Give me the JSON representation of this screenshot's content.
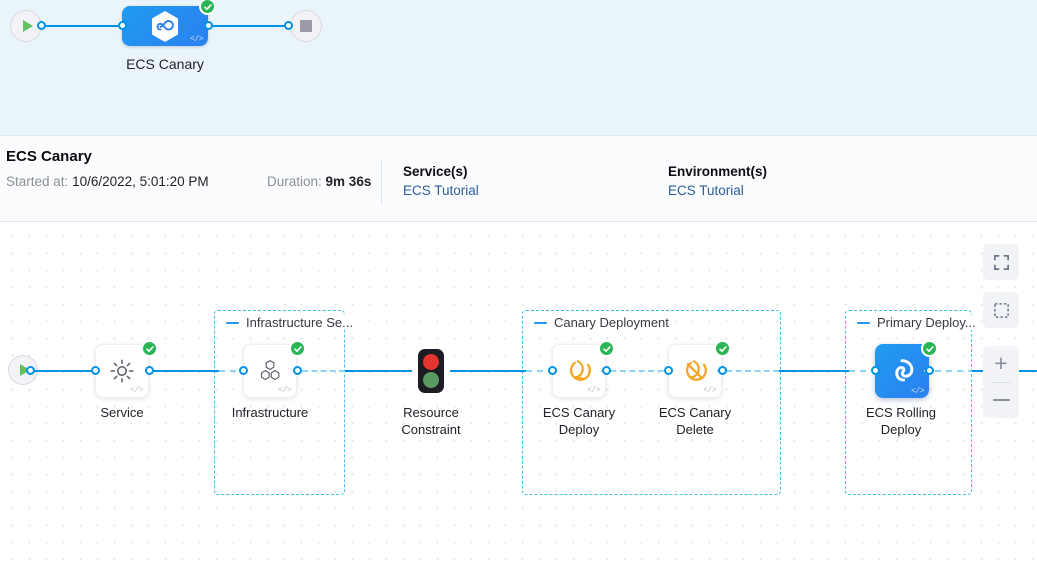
{
  "mini_pipeline": {
    "start_node": {
      "name": "start-node",
      "icon": "play-icon"
    },
    "end_node": {
      "name": "end-node",
      "icon": "stop-icon"
    },
    "stage": {
      "label": "ECS Canary",
      "icon": "harness-cd-hexagon-icon",
      "status": "success",
      "code_tag": "</>"
    }
  },
  "execution_header": {
    "title": "ECS Canary",
    "started_key": "Started at:",
    "started_value": "10/6/2022, 5:01:20 PM",
    "duration_key": "Duration:",
    "duration_value": "9m 36s",
    "services": {
      "title": "Service(s)",
      "value": "ECS Tutorial"
    },
    "environments": {
      "title": "Environment(s)",
      "value": "ECS Tutorial"
    }
  },
  "graph": {
    "start_node": {
      "name": "graph-start-node",
      "icon": "play-icon"
    },
    "groups": [
      {
        "id": "infrastructure-section",
        "label": "Infrastructure Se..."
      },
      {
        "id": "canary-deployment",
        "label": "Canary Deployment"
      },
      {
        "id": "primary-deployment",
        "label": "Primary Deploy..."
      }
    ],
    "nodes": [
      {
        "id": "service",
        "label": "Service",
        "icon": "gear-icon",
        "status": "success",
        "selected": false,
        "code_tag": "</>"
      },
      {
        "id": "infrastructure",
        "label": "Infrastructure",
        "icon": "hexagon-cluster-icon",
        "status": "success",
        "selected": false,
        "code_tag": "</>"
      },
      {
        "id": "resource-constraint",
        "label": "Resource\nConstraint",
        "icon": "traffic-light-icon",
        "status": "none",
        "selected": false,
        "code_tag": ""
      },
      {
        "id": "ecs-canary-deploy",
        "label": "ECS Canary\nDeploy",
        "icon": "canary-bird-icon",
        "status": "success",
        "selected": false,
        "code_tag": "</>"
      },
      {
        "id": "ecs-canary-delete",
        "label": "ECS Canary\nDelete",
        "icon": "canary-bird-delete-icon",
        "status": "success",
        "selected": false,
        "code_tag": "</>"
      },
      {
        "id": "ecs-rolling-deploy",
        "label": "ECS Rolling\nDeploy",
        "icon": "ecs-rolling-icon",
        "status": "success",
        "selected": true,
        "code_tag": "</>"
      }
    ]
  },
  "canvas_controls": [
    {
      "id": "fit-to-screen",
      "icon": "expand-icon"
    },
    {
      "id": "select-area",
      "icon": "dashed-square-icon"
    },
    {
      "id": "zoom-in",
      "icon": "plus-icon"
    },
    {
      "id": "zoom-out",
      "icon": "minus-icon"
    }
  ],
  "colors": {
    "accent_blue": "#0092e4",
    "node_blue": "#2b7ff0",
    "success_green": "#2bb656",
    "group_border": "#41c0f0",
    "canary_orange": "#f5a623",
    "top_strip_bg": "#eaf5fb",
    "link_text": "#2b5d9e"
  }
}
